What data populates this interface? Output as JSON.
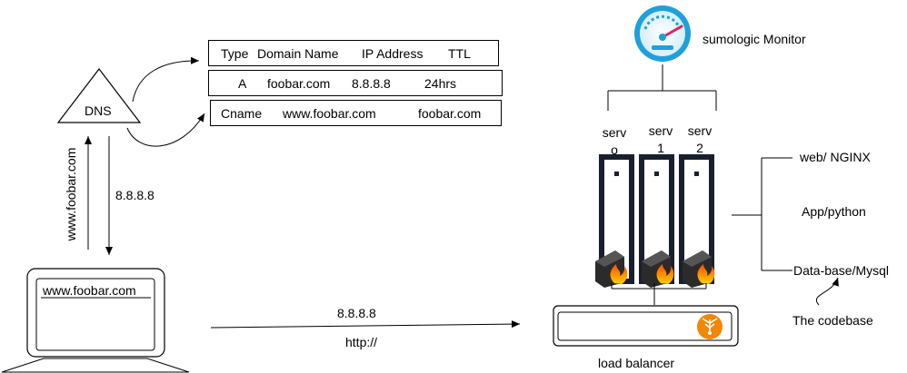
{
  "dns": {
    "node_label": "DNS",
    "header": {
      "type": "Type",
      "domain": "Domain Name",
      "ip": "IP Address",
      "ttl": "TTL"
    },
    "row_a": {
      "type": "A",
      "domain": "foobar.com",
      "ip": "8.8.8.8",
      "ttl": "24hrs"
    },
    "row_cname": {
      "type": "Cname",
      "domain": "www.foobar.com",
      "target": "foobar.com"
    }
  },
  "client": {
    "query_label": "www.foobar.com",
    "response_label": "8.8.8.8",
    "browser_url": "www.foobar.com"
  },
  "connection": {
    "ip_label": "8.8.8.8",
    "protocol_label": "http://"
  },
  "monitor": {
    "label": "sumologic Monitor"
  },
  "servers": [
    {
      "line1": "serv",
      "line2": "o"
    },
    {
      "line1": "serv",
      "line2": "1"
    },
    {
      "line1": "serv",
      "line2": "2"
    }
  ],
  "stack": {
    "web": "web/ NGINX",
    "app": "App/python",
    "db": "Data-base/Mysql",
    "codebase": "The codebase"
  },
  "load_balancer": {
    "label": "load balancer"
  },
  "colors": {
    "lb_icon": "#f08705",
    "gauge_ring": "#1fa0dc",
    "gauge_needle": "#e0245e",
    "flame": "#ff6a00"
  }
}
